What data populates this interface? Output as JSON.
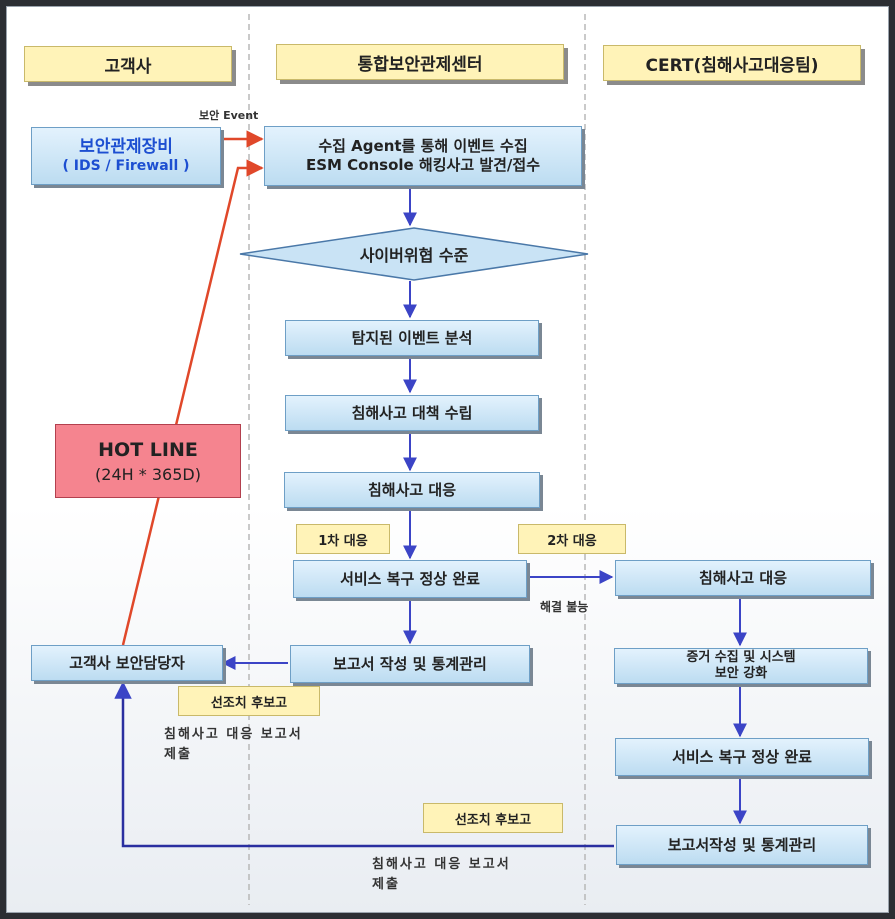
{
  "lanes": {
    "customer": "고객사",
    "center": "통합보안관제센터",
    "cert": "CERT(침해사고대응팀)"
  },
  "security_device": {
    "line1": "보안관제장비",
    "line2": "( IDS / Firewall )"
  },
  "event_label": "보안 Event",
  "collect": {
    "line1": "수집 Agent를 통해 이벤트 수집",
    "line2": "ESM Console 해킹사고 발견/접수"
  },
  "threat_level": "사이버위협 수준",
  "analyze": "탐지된 이벤트 분석",
  "plan": "침해사고 대책 수립",
  "respond": "침해사고 대응",
  "first_response": "1차 대응",
  "second_response": "2차 대응",
  "service_restore": "서비스 복구 정상 완료",
  "unresolved": "해결 불능",
  "report_mgmt": "보고서 작성 및 통계관리",
  "customer_officer": "고객사 보안담당자",
  "hotline": {
    "title": "HOT LINE",
    "subtitle": "(24H * 365D)"
  },
  "post_report_1": "선조치 후보고",
  "submit_1": {
    "line1": "침해사고 대응 보고서",
    "line2": "제출"
  },
  "cert_respond": "침해사고 대응",
  "cert_evidence": {
    "line1": "증거 수집 및 시스템",
    "line2": "보안 강화"
  },
  "cert_restore": "서비스 복구 정상 완료",
  "post_report_2": "선조치 후보고",
  "cert_report": "보고서작성 및 통계관리",
  "submit_2": {
    "line1": "침해사고 대응 보고서",
    "line2": "제출"
  }
}
